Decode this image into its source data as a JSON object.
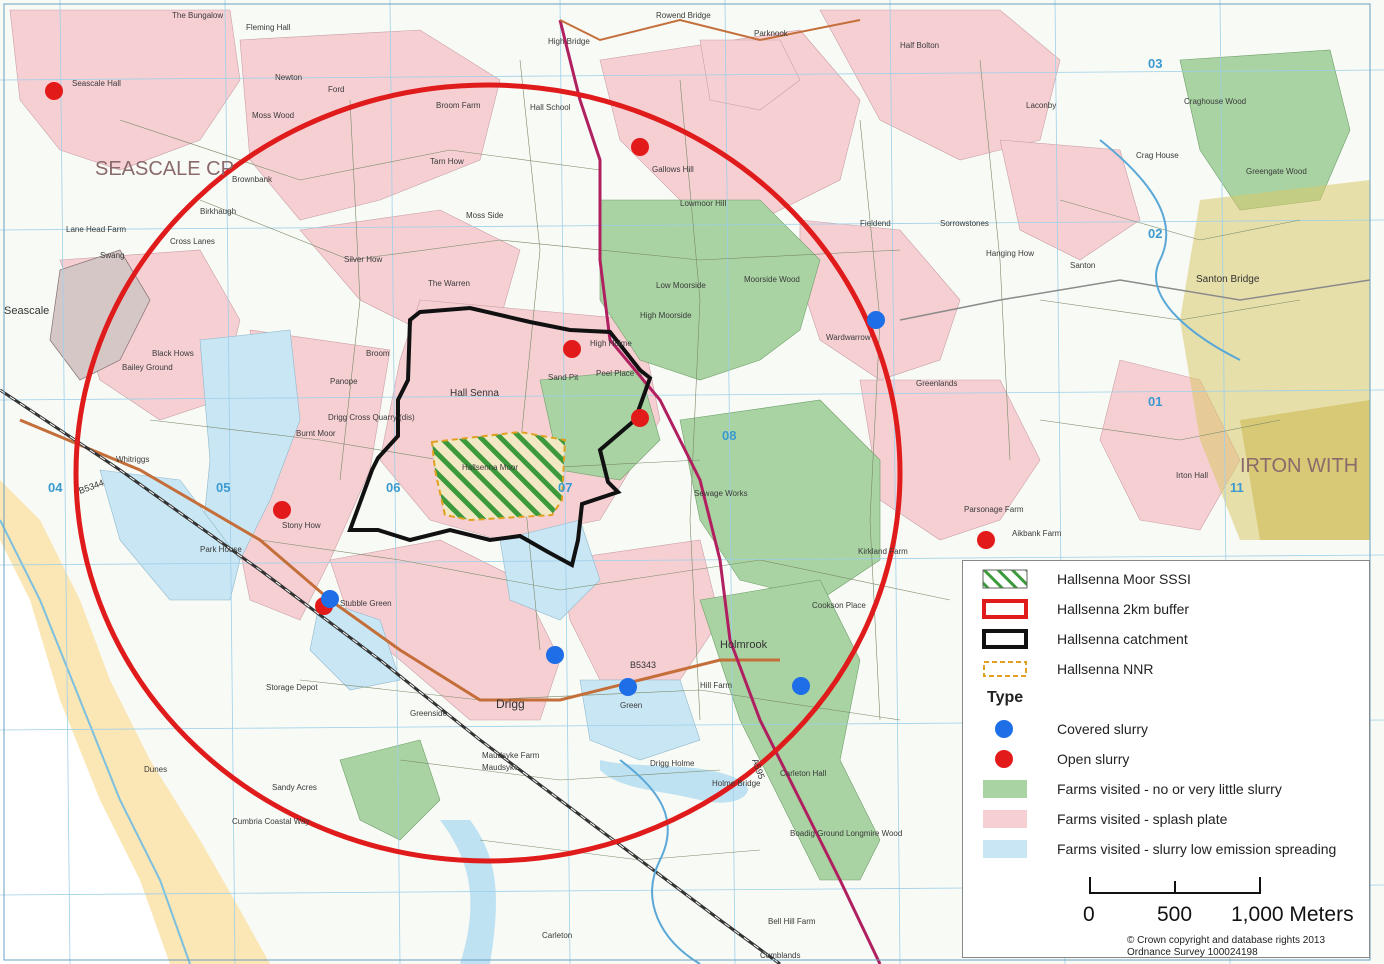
{
  "map": {
    "place_labels": [
      "The Bungalow",
      "Fleming Hall",
      "Seascale Hall",
      "Newton",
      "Ford",
      "Moss Wood",
      "SEASCALE CP",
      "Brownbank",
      "Birkhaugh",
      "Lane Head Farm",
      "Cross Lanes",
      "Swang",
      "Seascale",
      "Black Hows",
      "Bailey Ground",
      "Whitriggs",
      "Burnt Moor",
      "Drigg Cross Quarry (dis)",
      "Silver How",
      "The Warren",
      "Hall Senna",
      "Panope",
      "Broom",
      "Broom Farm",
      "Tarn How",
      "Moss Side",
      "High Bridge",
      "Hall School",
      "Rowend Bridge",
      "Parknook",
      "Half Bolton",
      "Gallows Hill",
      "Lowmoor Hill",
      "Low Moorside",
      "High Moorside",
      "Moorside Wood",
      "Sand Pit",
      "Peel Place",
      "High Holme",
      "Wardwarrow",
      "Greenlands",
      "Santon",
      "Santon Bridge",
      "Sorrowstones",
      "Hanging How",
      "Irton Hall",
      "IRTON WITH",
      "Parsonage Farm",
      "Aikbank Farm",
      "Stony How",
      "Park House",
      "Drigg",
      "Stubble Green",
      "Storage Depot",
      "Greenside",
      "Maudsyke Farm",
      "Maudsyke",
      "Dunes",
      "Sandy Acres",
      "Cumbria Coastal Way",
      "Holmrook",
      "Hill Farm",
      "Green",
      "Drigg Holme",
      "Holme Bridge",
      "Carleton Hall",
      "Boadig Ground",
      "Bell Hill Farm",
      "Cumblands",
      "Carleton",
      "Kirkland Farm",
      "Cookson Place",
      "Longmire Wood",
      "Laconby",
      "Crag House",
      "Fieldend",
      "Sewage Works",
      "Craghouse Wood",
      "Greengate Wood",
      "Hallsenna Moor"
    ],
    "grid_labels": [
      "03",
      "02",
      "01",
      "04",
      "05",
      "06",
      "07",
      "08",
      "11"
    ],
    "road_labels": [
      "B5344",
      "A595",
      "B5343"
    ]
  },
  "legend": {
    "items": [
      {
        "label": "Hallsenna Moor SSSI",
        "symbol": "hatch-green"
      },
      {
        "label": "Hallsenna 2km buffer",
        "symbol": "outline-red"
      },
      {
        "label": "Hallsenna catchment",
        "symbol": "outline-black"
      },
      {
        "label": "Hallsenna NNR",
        "symbol": "dashed-orange"
      }
    ],
    "type_heading": "Type",
    "type_items": [
      {
        "label": "Covered slurry",
        "symbol": "blue-dot",
        "color": "#1e6ee8"
      },
      {
        "label": "Open slurry",
        "symbol": "red-dot",
        "color": "#e31a1a"
      },
      {
        "label": "Farms visited - no or very little slurry",
        "symbol": "fill-green",
        "color": "#a9d3a3"
      },
      {
        "label": "Farms visited - splash plate",
        "symbol": "fill-pink",
        "color": "#f6cfd3"
      },
      {
        "label": "Farms visited - slurry low emission spreading",
        "symbol": "fill-lightblue",
        "color": "#c9e6f4"
      }
    ],
    "scale": {
      "labels": [
        "0",
        "500",
        "1,000 Meters"
      ]
    },
    "copyright": [
      "© Crown copyright and database rights 2013",
      "Ordnance Survey 100024198"
    ]
  },
  "colors": {
    "buffer": "#e01b1b",
    "catchment": "#111111",
    "covered": "#1e6ee8",
    "open": "#e31a1a",
    "farm_green": "#a9d3a3",
    "farm_pink": "#f6cfd3",
    "farm_blue": "#c9e6f4",
    "nnr": "#e0a020",
    "sssi_hatch": "#3c9a3c"
  }
}
